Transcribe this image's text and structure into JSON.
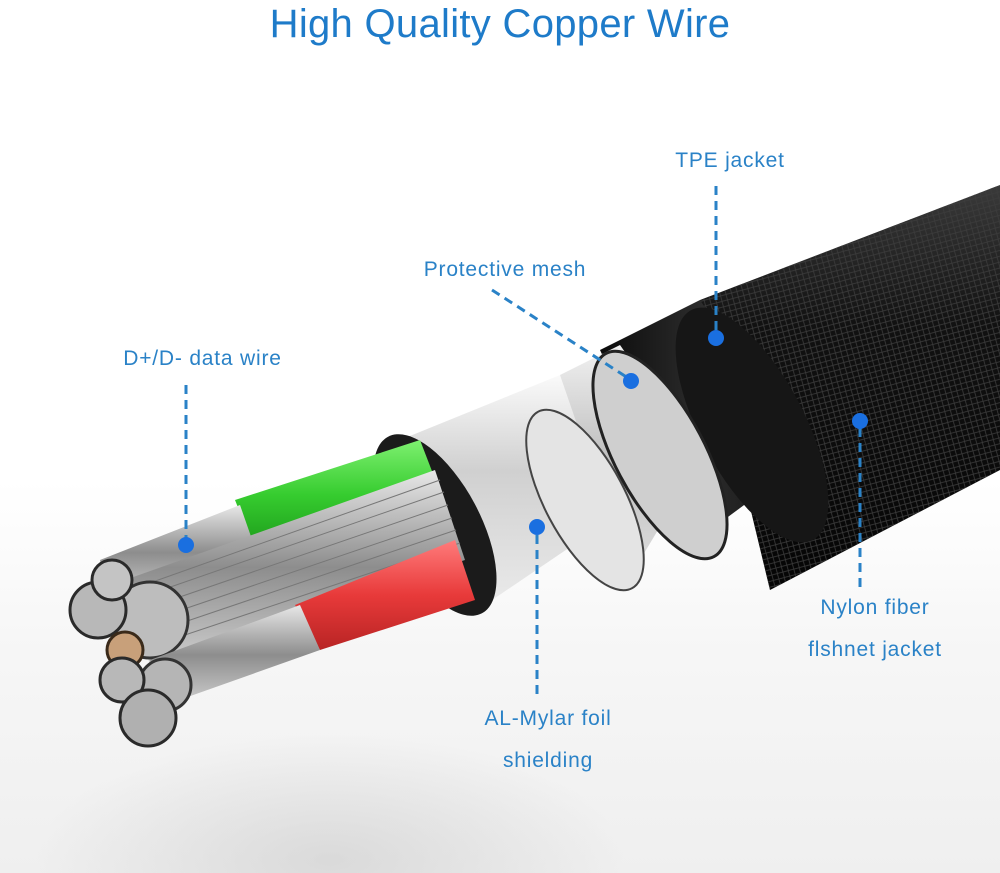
{
  "title": "High Quality Copper Wire",
  "colors": {
    "title": "#1e7bc9",
    "label": "#2a82c7",
    "callout_dot": "#1a6fe0",
    "callout_line": "#2a82c7",
    "wire_green": "#3fd23a",
    "wire_red": "#ec3d3d",
    "jacket_black": "#1a1a1a",
    "foil_silver": "#d8d8d8"
  },
  "callouts": [
    {
      "id": "tpe-jacket",
      "lines": [
        "TPE jacket"
      ]
    },
    {
      "id": "protective-mesh",
      "lines": [
        "Protective mesh"
      ]
    },
    {
      "id": "data-wire",
      "lines": [
        "D+/D- data wire"
      ]
    },
    {
      "id": "nylon-jacket",
      "lines": [
        "Nylon fiber",
        "flshnet jacket"
      ]
    },
    {
      "id": "foil-shielding",
      "lines": [
        "AL-Mylar foil",
        "shielding"
      ]
    }
  ]
}
